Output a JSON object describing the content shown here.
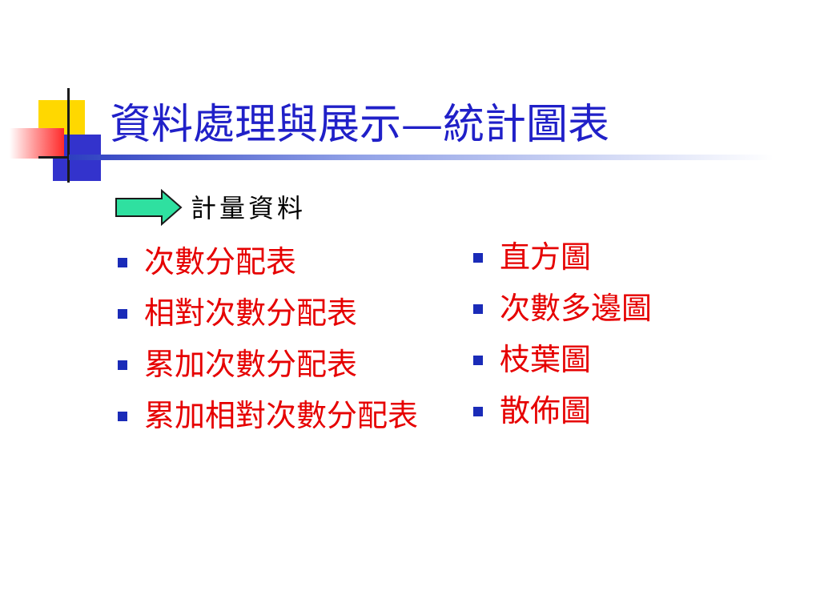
{
  "slide": {
    "title": "資料處理與展示—統計圖表",
    "subheading": "計量資料",
    "left_list": [
      "次數分配表",
      "相對次數分配表",
      "累加次數分配表",
      "累加相對次數分配表"
    ],
    "right_list": [
      "直方圖",
      "次數多邊圖",
      "枝葉圖",
      "散佈圖"
    ]
  },
  "icons": {
    "arrow": "right-arrow-icon",
    "bullet": "square-bullet-icon"
  },
  "colors": {
    "title": "#2020c8",
    "list_text": "#e60000",
    "bullet": "#1a2bb8",
    "arrow_fill": "#2fe0a0",
    "deco_yellow": "#ffd800",
    "deco_blue": "#3333cc",
    "deco_red": "#ff2a2a"
  }
}
